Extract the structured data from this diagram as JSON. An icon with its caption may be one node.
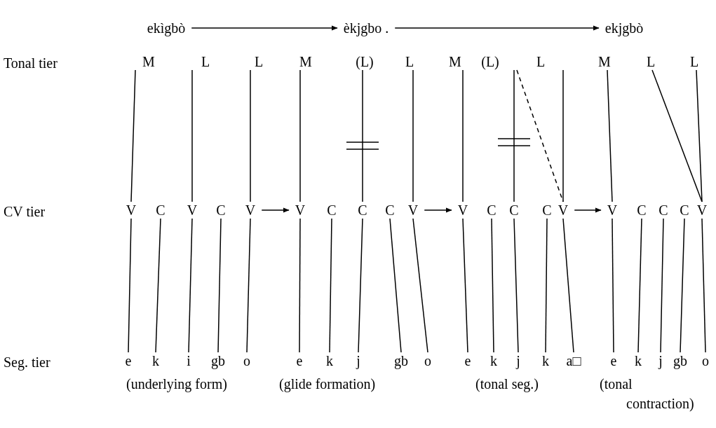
{
  "diagram": {
    "nodes": [
      {
        "text": [
          "ekìgbò"
        ]
      },
      {
        "text": [
          "èkjgbo ."
        ]
      },
      {
        "text": [
          "ekjgbò"
        ]
      },
      {
        "text": [
          "M"
        ]
      },
      {
        "text": [
          "L"
        ]
      },
      {
        "text": [
          "L"
        ]
      },
      {
        "text": [
          "M"
        ]
      },
      {
        "text": [
          "(L)"
        ]
      },
      {
        "text": [
          "L"
        ]
      },
      {
        "text": [
          "M"
        ]
      },
      {
        "text": [
          "(L)"
        ]
      },
      {
        "text": [
          "L"
        ]
      },
      {
        "text": [
          "M"
        ]
      },
      {
        "text": [
          "L"
        ]
      },
      {
        "text": [
          "L"
        ]
      },
      {
        "text": [
          "V"
        ]
      },
      {
        "text": [
          "C"
        ]
      },
      {
        "text": [
          "V"
        ]
      },
      {
        "text": [
          "C"
        ]
      },
      {
        "text": [
          "V"
        ]
      },
      {
        "text": [
          "V"
        ]
      },
      {
        "text": [
          "C"
        ]
      },
      {
        "text": [
          "C"
        ]
      },
      {
        "text": [
          "C"
        ]
      },
      {
        "text": [
          "V"
        ]
      },
      {
        "text": [
          "V"
        ]
      },
      {
        "text": [
          "C"
        ]
      },
      {
        "text": [
          "C"
        ]
      },
      {
        "text": [
          "C"
        ]
      },
      {
        "text": [
          "V"
        ]
      },
      {
        "text": [
          "V"
        ]
      },
      {
        "text": [
          "C"
        ]
      },
      {
        "text": [
          "C"
        ]
      },
      {
        "text": [
          "C"
        ]
      },
      {
        "text": [
          "V"
        ]
      },
      {
        "text": [
          "e"
        ]
      },
      {
        "text": [
          "k"
        ]
      },
      {
        "text": [
          "i"
        ]
      },
      {
        "text": [
          "gb"
        ]
      },
      {
        "text": [
          "o"
        ]
      },
      {
        "text": [
          "e"
        ]
      },
      {
        "text": [
          "k"
        ]
      },
      {
        "text": [
          "j"
        ]
      },
      {
        "text": [
          "gb"
        ]
      },
      {
        "text": [
          "o"
        ]
      },
      {
        "text": [
          "e"
        ]
      },
      {
        "text": [
          "k"
        ]
      },
      {
        "text": [
          "j"
        ]
      },
      {
        "text": [
          "k"
        ]
      },
      {
        "text": [
          "a□"
        ]
      },
      {
        "text": [
          "e"
        ]
      },
      {
        "text": [
          "k"
        ]
      },
      {
        "text": [
          "j"
        ]
      },
      {
        "text": [
          "gb"
        ]
      },
      {
        "text": [
          "o"
        ]
      }
    ],
    "edges": [
      {
        "from": 0,
        "to": 1,
        "arrow": "to"
      },
      {
        "from": 1,
        "to": 2,
        "arrow": "to"
      },
      {
        "from": 3,
        "to": 15,
        "arrow": "none"
      },
      {
        "from": 4,
        "to": 17,
        "arrow": "none"
      },
      {
        "from": 5,
        "to": 19,
        "arrow": "none"
      },
      {
        "from": 6,
        "to": 20,
        "arrow": "none"
      },
      {
        "from": 7,
        "to": 22,
        "arrow": "none"
      },
      {
        "from": 8,
        "to": 24,
        "arrow": "none"
      },
      {
        "from": 9,
        "to": 25,
        "arrow": "none"
      },
      {
        "from": 10,
        "to": 27,
        "arrow": "none"
      },
      {
        "from": 11,
        "to": 29,
        "arrow": "none"
      },
      {
        "from": 12,
        "to": 30,
        "arrow": "none"
      },
      {
        "from": 13,
        "to": 34,
        "arrow": "none"
      },
      {
        "from": 14,
        "to": 34,
        "arrow": "none"
      },
      {
        "from": 10,
        "to": 29,
        "arrow": "none",
        "style": "dashed"
      },
      {
        "from": 19,
        "to": 20,
        "arrow": "to"
      },
      {
        "from": 24,
        "to": 25,
        "arrow": "to"
      },
      {
        "from": 29,
        "to": 30,
        "arrow": "to"
      },
      {
        "from": 15,
        "to": 35,
        "arrow": "none"
      },
      {
        "from": 16,
        "to": 36,
        "arrow": "none"
      },
      {
        "from": 17,
        "to": 37,
        "arrow": "none"
      },
      {
        "from": 18,
        "to": 38,
        "arrow": "none"
      },
      {
        "from": 19,
        "to": 39,
        "arrow": "none"
      },
      {
        "from": 20,
        "to": 40,
        "arrow": "none"
      },
      {
        "from": 21,
        "to": 41,
        "arrow": "none"
      },
      {
        "from": 22,
        "to": 42,
        "arrow": "none"
      },
      {
        "from": 23,
        "to": 43,
        "arrow": "none"
      },
      {
        "from": 24,
        "to": 44,
        "arrow": "none"
      },
      {
        "from": 25,
        "to": 45,
        "arrow": "none"
      },
      {
        "from": 26,
        "to": 46,
        "arrow": "none"
      },
      {
        "from": 27,
        "to": 47,
        "arrow": "none"
      },
      {
        "from": 28,
        "to": 48,
        "arrow": "none"
      },
      {
        "from": 29,
        "to": 49,
        "arrow": "none"
      },
      {
        "from": 30,
        "to": 50,
        "arrow": "none"
      },
      {
        "from": 31,
        "to": 51,
        "arrow": "none"
      },
      {
        "from": 32,
        "to": 52,
        "arrow": "none"
      },
      {
        "from": 33,
        "to": 53,
        "arrow": "none"
      },
      {
        "from": 34,
        "to": 54,
        "arrow": "none"
      }
    ],
    "labels": [
      "Tonal tier",
      "CV tier",
      "Seg. tier",
      "(underlying form)",
      "(glide formation)",
      "(tonal seg.)",
      "(tonal contraction)"
    ]
  }
}
